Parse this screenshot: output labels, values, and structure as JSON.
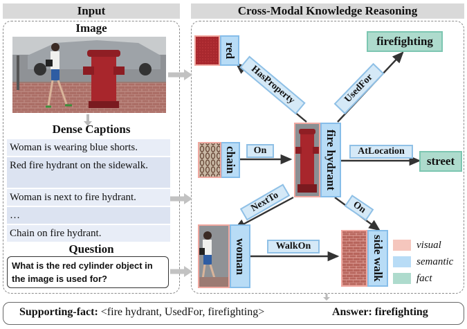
{
  "headers": {
    "input": "Input",
    "reasoning": "Cross-Modal Knowledge Reasoning"
  },
  "input": {
    "image_label": "Image",
    "dense_captions_label": "Dense Captions",
    "captions": [
      "Woman is wearing blue shorts.",
      "Red fire hydrant on the sidewalk.",
      "Woman is next to fire hydrant.",
      "…",
      "Chain on fire hydrant."
    ],
    "question_label": "Question",
    "question": "What is the red cylinder object in the image is used for?"
  },
  "graph": {
    "nodes": {
      "red": "red",
      "chain": "chain",
      "fire_hydrant": "fire hydrant",
      "woman": "woman",
      "side_walk": "side walk",
      "firefighting": "firefighting",
      "street": "street"
    },
    "relations": {
      "has_property": "HasProperty",
      "used_for": "UsedFor",
      "on_chain": "On",
      "at_location": "AtLocation",
      "next_to": "NextTo",
      "on_walk": "On",
      "walk_on": "WalkOn"
    }
  },
  "legend": [
    {
      "label": "visual",
      "color": "#f5c6bd"
    },
    {
      "label": "semantic",
      "color": "#b8dcf6"
    },
    {
      "label": "fact",
      "color": "#aedbcd"
    }
  ],
  "footer": {
    "supporting_label": "Supporting-fact:",
    "supporting_value": "<fire hydrant, UsedFor, firefighting>",
    "answer": "Answer: firefighting"
  }
}
